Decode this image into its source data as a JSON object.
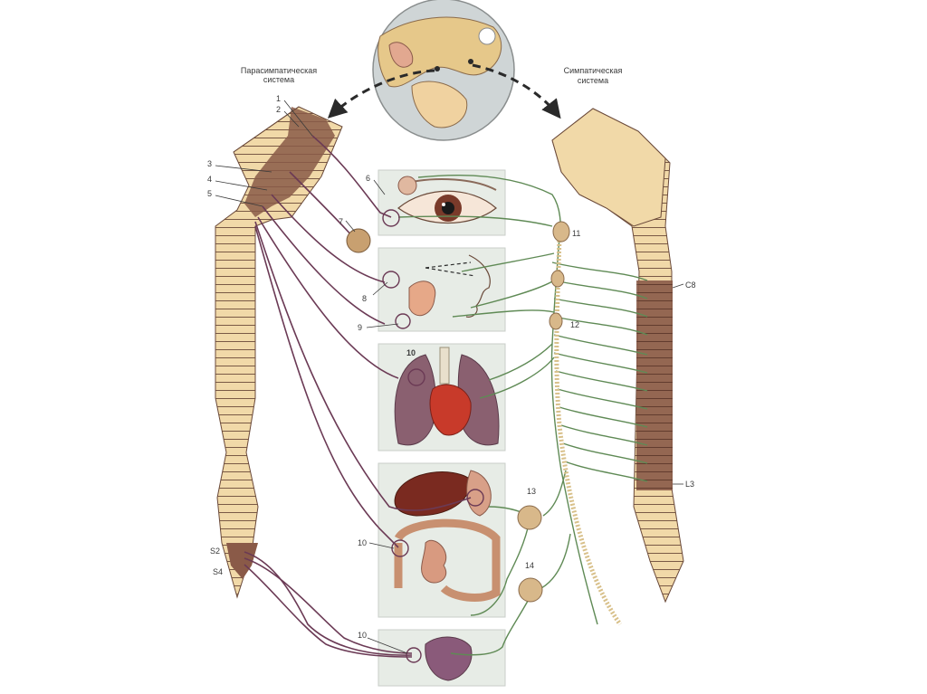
{
  "diagram": {
    "headers": {
      "parasympathetic_line1": "Парасимпатическая",
      "parasympathetic_line2": "система",
      "sympathetic_line1": "Симпатическая",
      "sympathetic_line2": "система"
    },
    "left_labels": {
      "n1": "1",
      "n2": "2",
      "n3": "3",
      "n4": "4",
      "n5": "5",
      "s2": "S2",
      "s4": "S4"
    },
    "center_labels": {
      "n6": "6",
      "n7": "7",
      "n8": "8",
      "n9": "9",
      "n10_heart": "10",
      "n10_intestine": "10",
      "n10_bladder": "10",
      "n11": "11",
      "n12": "12",
      "n13": "13",
      "n14": "14"
    },
    "right_labels": {
      "c8": "C8",
      "l3": "L3"
    },
    "panels": [
      "eye",
      "face",
      "thorax",
      "abdomen",
      "pelvis"
    ],
    "colors": {
      "spine_fill": "#f1d9a8",
      "spine_dark": "#7a4a3a",
      "para_nerve": "#6b3a55",
      "symp_nerve": "#5f8a55",
      "ganglion": "#d8b88a",
      "panel_bg": "#e7ece6"
    }
  }
}
